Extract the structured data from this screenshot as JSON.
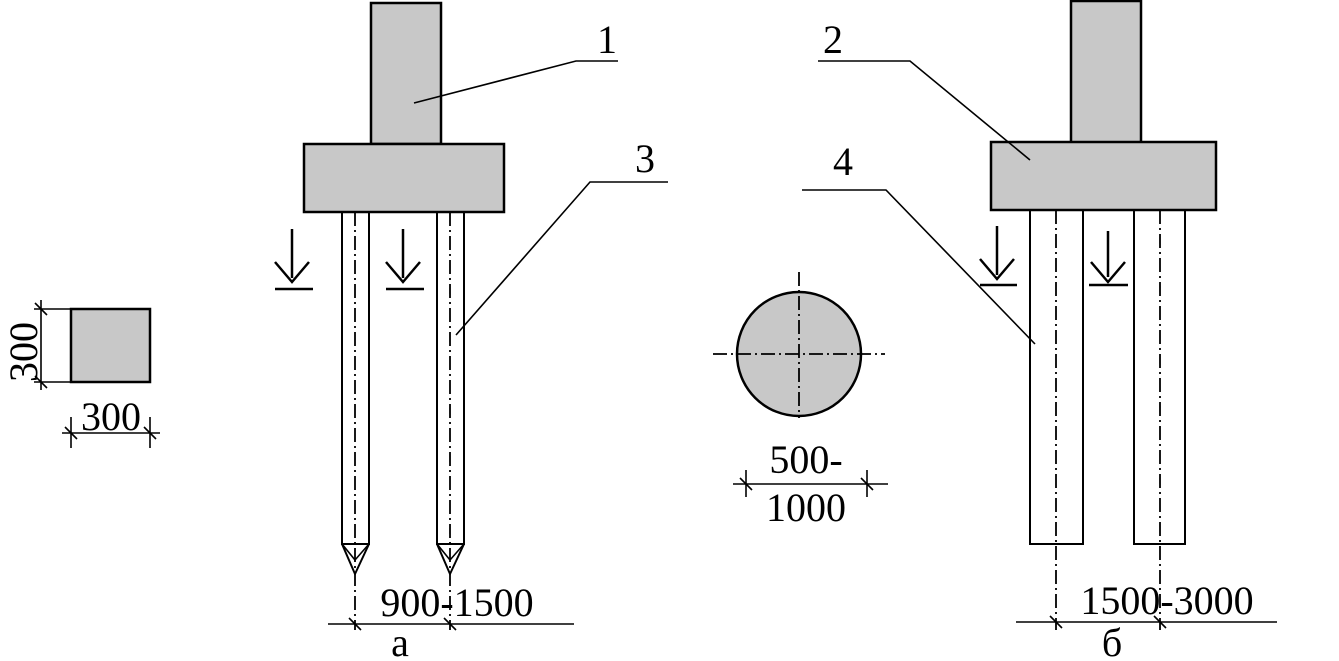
{
  "labels": {
    "callout_1": "1",
    "callout_2": "2",
    "callout_3": "3",
    "callout_4": "4"
  },
  "dimensions": {
    "square_height": "300",
    "square_width": "300",
    "circle_dia_line1": "500-",
    "circle_dia_line2": "1000",
    "spacing_a": "900-1500",
    "spacing_b": "1500-3000"
  },
  "sublabels": {
    "variant_a": "а",
    "variant_b": "б"
  },
  "colors": {
    "concrete": "#c8c8c8",
    "line": "#000000"
  }
}
